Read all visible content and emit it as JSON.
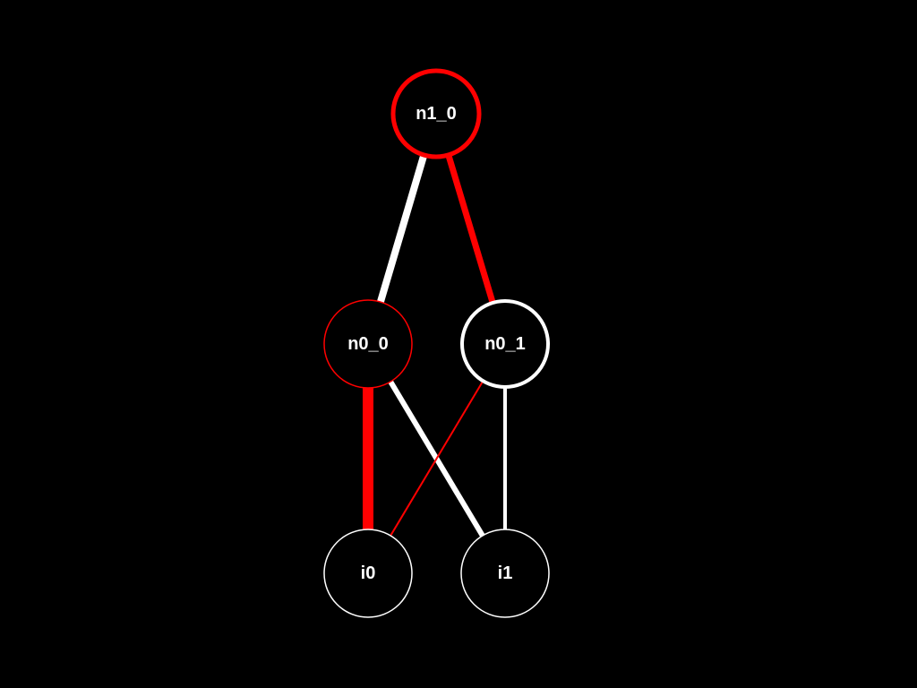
{
  "colors": {
    "background": "#000000",
    "node_fill": "#000000",
    "label": "#ffffff",
    "positive": "#ffffff",
    "negative": "#ff0000"
  },
  "nodes": [
    {
      "id": "n1_0",
      "label": "n1_0",
      "layer": "output",
      "outline": "#ff0000"
    },
    {
      "id": "n0_0",
      "label": "n0_0",
      "layer": "hidden",
      "outline": "#ff0000"
    },
    {
      "id": "n0_1",
      "label": "n0_1",
      "layer": "hidden",
      "outline": "#ffffff"
    },
    {
      "id": "i0",
      "label": "i0",
      "layer": "input",
      "outline": "#ffffff"
    },
    {
      "id": "i1",
      "label": "i1",
      "layer": "input",
      "outline": "#ffffff"
    }
  ],
  "edges": [
    {
      "from": "n0_0",
      "to": "n1_0",
      "color": "#ffffff"
    },
    {
      "from": "n0_1",
      "to": "n1_0",
      "color": "#ff0000"
    },
    {
      "from": "i0",
      "to": "n0_0",
      "color": "#ff0000"
    },
    {
      "from": "i1",
      "to": "n0_0",
      "color": "#ffffff"
    },
    {
      "from": "i0",
      "to": "n0_1",
      "color": "#ff0000"
    },
    {
      "from": "i1",
      "to": "n0_1",
      "color": "#ffffff"
    }
  ]
}
